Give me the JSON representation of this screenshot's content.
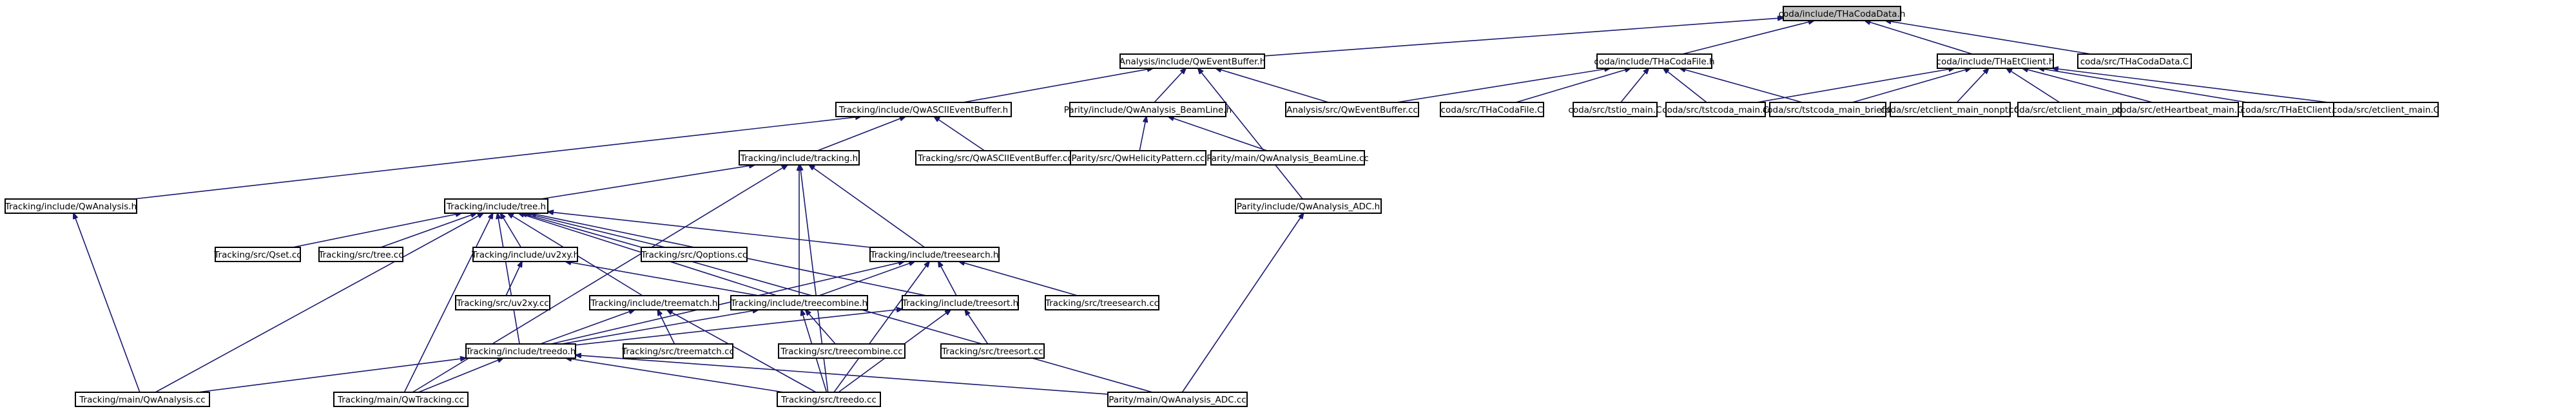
{
  "graph": {
    "title": "coda/include/THaCodaData.h",
    "colors": {
      "node_fill": "#ffffff",
      "root_fill": "#c0c0c0",
      "node_border": "#000000",
      "edge": "#191970"
    },
    "nodes": [
      {
        "id": "n_root",
        "label": "coda/include/THaCodaData.h",
        "root": true
      },
      {
        "id": "n_qweventbuffer_h",
        "label": "Analysis/include/QwEventBuffer.h"
      },
      {
        "id": "n_thacodafile_h",
        "label": "coda/include/THaCodaFile.h"
      },
      {
        "id": "n_thaetclient_h",
        "label": "coda/include/THaEtClient.h"
      },
      {
        "id": "n_thacodadata_c",
        "label": "coda/src/THaCodaData.C"
      },
      {
        "id": "n_qwascii_h",
        "label": "Tracking/include/QwASCIIEventBuffer.h"
      },
      {
        "id": "n_beamline_h",
        "label": "Parity/include/QwAnalysis_BeamLine.h"
      },
      {
        "id": "n_qweventbuffer_cc",
        "label": "Analysis/src/QwEventBuffer.cc"
      },
      {
        "id": "n_thacodafile_c",
        "label": "coda/src/THaCodaFile.C"
      },
      {
        "id": "n_tstio_main",
        "label": "coda/src/tstio_main.C"
      },
      {
        "id": "n_tstcoda_main",
        "label": "coda/src/tstcoda_main.C"
      },
      {
        "id": "n_tstcoda_brief",
        "label": "coda/src/tstcoda_main_brief.C"
      },
      {
        "id": "n_etclient_nonptr",
        "label": "coda/src/etclient_main_nonptr.C"
      },
      {
        "id": "n_etclient_ptr",
        "label": "coda/src/etclient_main_ptr.C"
      },
      {
        "id": "n_etheartbeat",
        "label": "coda/src/etHeartbeat_main.C"
      },
      {
        "id": "n_thaetclient_c",
        "label": "coda/src/THaEtClient.C"
      },
      {
        "id": "n_etclient_main",
        "label": "coda/src/etclient_main.C"
      },
      {
        "id": "n_qwanalysis_h",
        "label": "Tracking/include/QwAnalysis.h"
      },
      {
        "id": "n_tracking_h",
        "label": "Tracking/include/tracking.h"
      },
      {
        "id": "n_qwascii_cc",
        "label": "Tracking/src/QwASCIIEventBuffer.cc"
      },
      {
        "id": "n_helicity_cc",
        "label": "Parity/src/QwHelicityPattern.cc"
      },
      {
        "id": "n_beamline_cc",
        "label": "Parity/main/QwAnalysis_BeamLine.cc"
      },
      {
        "id": "n_tree_h",
        "label": "Tracking/include/tree.h"
      },
      {
        "id": "n_adc_h",
        "label": "Parity/include/QwAnalysis_ADC.h"
      },
      {
        "id": "n_qset_cc",
        "label": "Tracking/src/Qset.cc"
      },
      {
        "id": "n_tree_cc",
        "label": "Tracking/src/tree.cc"
      },
      {
        "id": "n_uv2xy_h",
        "label": "Tracking/include/uv2xy.h"
      },
      {
        "id": "n_qoptions_cc",
        "label": "Tracking/src/Qoptions.cc"
      },
      {
        "id": "n_treesearch_h",
        "label": "Tracking/include/treesearch.h"
      },
      {
        "id": "n_uv2xy_cc",
        "label": "Tracking/src/uv2xy.cc"
      },
      {
        "id": "n_treematch_h",
        "label": "Tracking/include/treematch.h"
      },
      {
        "id": "n_treecombine_h",
        "label": "Tracking/include/treecombine.h"
      },
      {
        "id": "n_treesort_h",
        "label": "Tracking/include/treesort.h"
      },
      {
        "id": "n_treesearch_cc",
        "label": "Tracking/src/treesearch.cc"
      },
      {
        "id": "n_treedo_h",
        "label": "Tracking/include/treedo.h"
      },
      {
        "id": "n_treematch_cc",
        "label": "Tracking/src/treematch.cc"
      },
      {
        "id": "n_treecombine_cc",
        "label": "Tracking/src/treecombine.cc"
      },
      {
        "id": "n_treesort_cc",
        "label": "Tracking/src/treesort.cc"
      },
      {
        "id": "n_qwanalysis_cc",
        "label": "Tracking/main/QwAnalysis.cc"
      },
      {
        "id": "n_qwtracking_cc",
        "label": "Tracking/main/QwTracking.cc"
      },
      {
        "id": "n_treedo_cc",
        "label": "Tracking/src/treedo.cc"
      },
      {
        "id": "n_adc_cc",
        "label": "Parity/main/QwAnalysis_ADC.cc"
      }
    ],
    "edges": [
      [
        "n_qweventbuffer_h",
        "n_root"
      ],
      [
        "n_thacodafile_h",
        "n_root"
      ],
      [
        "n_thaetclient_h",
        "n_root"
      ],
      [
        "n_thacodadata_c",
        "n_root"
      ],
      [
        "n_qwascii_h",
        "n_qweventbuffer_h"
      ],
      [
        "n_beamline_h",
        "n_qweventbuffer_h"
      ],
      [
        "n_qweventbuffer_cc",
        "n_qweventbuffer_h"
      ],
      [
        "n_adc_h",
        "n_qweventbuffer_h"
      ],
      [
        "n_qweventbuffer_cc",
        "n_thacodafile_h"
      ],
      [
        "n_thacodafile_c",
        "n_thacodafile_h"
      ],
      [
        "n_tstio_main",
        "n_thacodafile_h"
      ],
      [
        "n_tstcoda_main",
        "n_thacodafile_h"
      ],
      [
        "n_tstcoda_brief",
        "n_thacodafile_h"
      ],
      [
        "n_tstcoda_main",
        "n_thaetclient_h"
      ],
      [
        "n_tstcoda_brief",
        "n_thaetclient_h"
      ],
      [
        "n_etclient_nonptr",
        "n_thaetclient_h"
      ],
      [
        "n_etclient_ptr",
        "n_thaetclient_h"
      ],
      [
        "n_etheartbeat",
        "n_thaetclient_h"
      ],
      [
        "n_thaetclient_c",
        "n_thaetclient_h"
      ],
      [
        "n_etclient_main",
        "n_thaetclient_h"
      ],
      [
        "n_qwanalysis_h",
        "n_qwascii_h"
      ],
      [
        "n_tracking_h",
        "n_qwascii_h"
      ],
      [
        "n_qwascii_cc",
        "n_qwascii_h"
      ],
      [
        "n_helicity_cc",
        "n_beamline_h"
      ],
      [
        "n_beamline_cc",
        "n_beamline_h"
      ],
      [
        "n_tree_h",
        "n_tracking_h"
      ],
      [
        "n_treesearch_h",
        "n_tracking_h"
      ],
      [
        "n_treecombine_h",
        "n_tracking_h"
      ],
      [
        "n_qwtracking_cc",
        "n_tracking_h"
      ],
      [
        "n_treedo_cc",
        "n_tracking_h"
      ],
      [
        "n_qwanalysis_cc",
        "n_qwanalysis_h"
      ],
      [
        "n_adc_cc",
        "n_adc_h"
      ],
      [
        "n_qset_cc",
        "n_tree_h"
      ],
      [
        "n_tree_cc",
        "n_tree_h"
      ],
      [
        "n_uv2xy_h",
        "n_tree_h"
      ],
      [
        "n_qoptions_cc",
        "n_tree_h"
      ],
      [
        "n_treesearch_h",
        "n_tree_h"
      ],
      [
        "n_treematch_h",
        "n_tree_h"
      ],
      [
        "n_treecombine_h",
        "n_tree_h"
      ],
      [
        "n_treesort_h",
        "n_tree_h"
      ],
      [
        "n_treedo_h",
        "n_tree_h"
      ],
      [
        "n_qwanalysis_cc",
        "n_tree_h"
      ],
      [
        "n_qwtracking_cc",
        "n_tree_h"
      ],
      [
        "n_adc_cc",
        "n_tree_h"
      ],
      [
        "n_uv2xy_cc",
        "n_uv2xy_h"
      ],
      [
        "n_treecombine_h",
        "n_uv2xy_h"
      ],
      [
        "n_treedo_h",
        "n_treesearch_h"
      ],
      [
        "n_treecombine_h",
        "n_treesearch_h"
      ],
      [
        "n_treesort_h",
        "n_treesearch_h"
      ],
      [
        "n_treesearch_cc",
        "n_treesearch_h"
      ],
      [
        "n_treedo_cc",
        "n_treesearch_h"
      ],
      [
        "n_treedo_h",
        "n_treematch_h"
      ],
      [
        "n_treematch_cc",
        "n_treematch_h"
      ],
      [
        "n_treedo_cc",
        "n_treematch_h"
      ],
      [
        "n_treedo_h",
        "n_treecombine_h"
      ],
      [
        "n_treecombine_cc",
        "n_treecombine_h"
      ],
      [
        "n_treedo_cc",
        "n_treecombine_h"
      ],
      [
        "n_treedo_h",
        "n_treesort_h"
      ],
      [
        "n_treesort_cc",
        "n_treesort_h"
      ],
      [
        "n_treedo_cc",
        "n_treesort_h"
      ],
      [
        "n_qwanalysis_cc",
        "n_treedo_h"
      ],
      [
        "n_qwtracking_cc",
        "n_treedo_h"
      ],
      [
        "n_treedo_cc",
        "n_treedo_h"
      ],
      [
        "n_adc_cc",
        "n_treedo_h"
      ]
    ]
  }
}
